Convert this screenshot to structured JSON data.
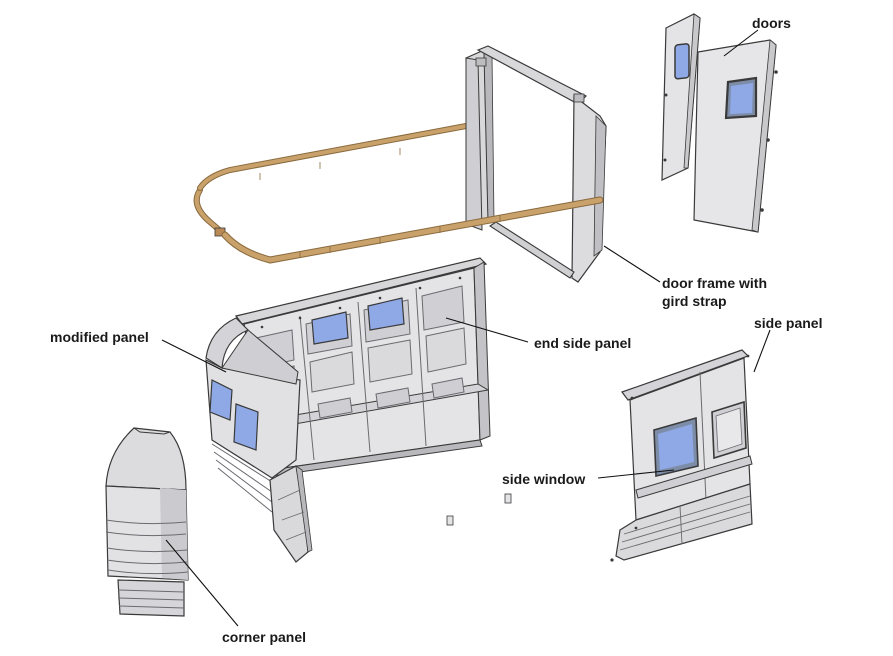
{
  "labels": {
    "doors": "doors",
    "door_frame_line1": "door frame with",
    "door_frame_line2": "gird strap",
    "end_side_panel": "end side panel",
    "modified_panel": "modified panel",
    "side_panel": "side panel",
    "side_window": "side window",
    "corner_panel": "corner panel"
  },
  "colors": {
    "panel_fill": "#e4e4e6",
    "panel_shade": "#c9c9cc",
    "panel_dark": "#9b9ba0",
    "outline": "#3a3a3a",
    "strap": "#c9a26b",
    "strap_dark": "#8a6a3e",
    "window_glass": "#8fa9e6",
    "window_glass_light": "#b9cbf3",
    "leader_line": "#111111"
  }
}
